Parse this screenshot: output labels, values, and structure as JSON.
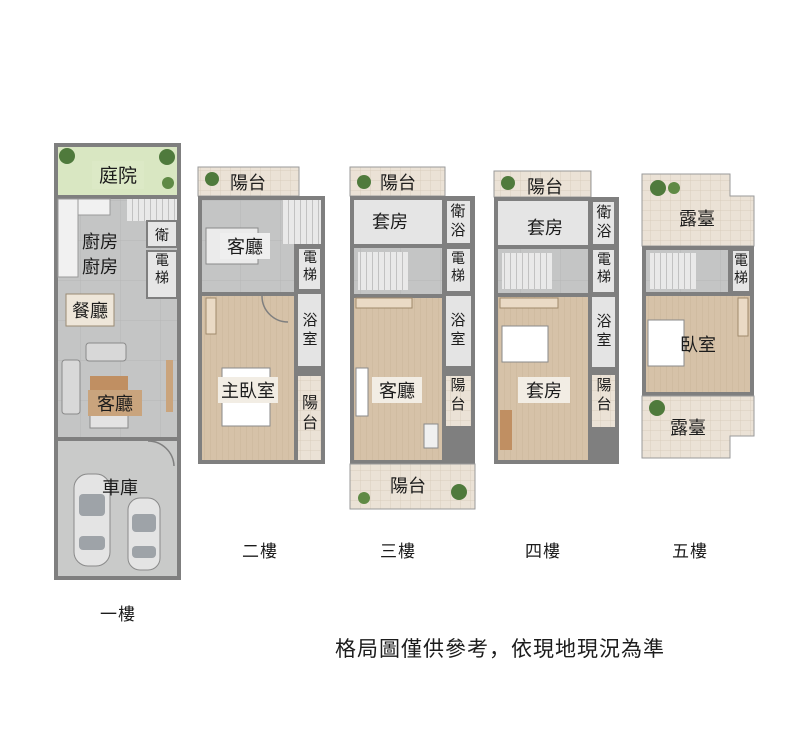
{
  "floors": {
    "f1": {
      "caption": "一樓",
      "rooms": {
        "garden": "庭院",
        "kitchen_1": "廚房",
        "kitchen_2": "廚房",
        "bath": "衛",
        "elevator": "電梯",
        "dining": "餐廳",
        "living": "客廳",
        "garage": "車庫"
      }
    },
    "f2": {
      "caption": "二樓",
      "rooms": {
        "balcony_front": "陽台",
        "living": "客廳",
        "elevator": "電梯",
        "bath": "浴室",
        "master_bedroom": "主臥室",
        "balcony_side": "陽台"
      }
    },
    "f3": {
      "caption": "三樓",
      "rooms": {
        "balcony_top": "陽台",
        "suite": "套房",
        "bath": "衛浴",
        "elevator": "電梯",
        "shower": "浴室",
        "living": "客廳",
        "balcony_side": "陽台",
        "balcony_bottom": "陽台"
      }
    },
    "f4": {
      "caption": "四樓",
      "rooms": {
        "balcony_top": "陽台",
        "suite_small": "套房",
        "bath": "衛浴",
        "elevator": "電梯",
        "shower": "浴室",
        "suite_main": "套房",
        "balcony_side": "陽台"
      }
    },
    "f5": {
      "caption": "五樓",
      "rooms": {
        "terrace_top": "露臺",
        "elevator": "電梯",
        "bedroom": "臥室",
        "terrace_bottom": "露臺"
      }
    }
  },
  "disclaimer": "格局圖僅供參考，依現地現況為準",
  "colors": {
    "wall": "#7d7d7d",
    "stone_floor": "#c3c4c4",
    "wood_floor": "#d6c2a8",
    "tile": "#e8dfd2",
    "garden": "#d7e6bf",
    "garage": "#c9cac9",
    "label_box": "#f2ede4"
  }
}
